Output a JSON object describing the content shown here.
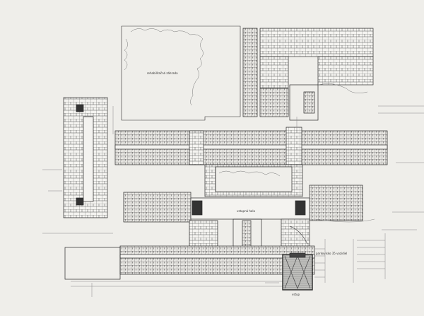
{
  "drawing": {
    "title": "Floor plan",
    "labels": {
      "garden": "rehabilitačná záhrada",
      "parking": "parkovisko 35 vozidiel",
      "entrance": "vstup",
      "hall": "vstupná hala"
    },
    "colors": {
      "paper": "#efeeea",
      "ink": "#2a2a2a",
      "fill": "#b9b9b6"
    }
  }
}
